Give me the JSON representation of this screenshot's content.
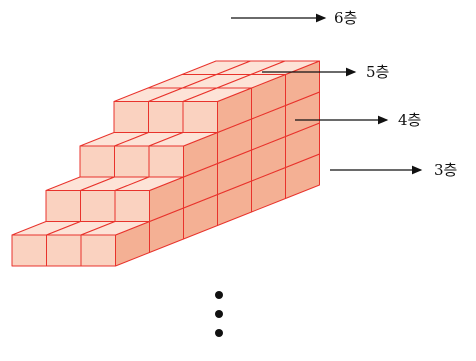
{
  "figure": {
    "layer_labels": [
      "6층",
      "5층",
      "4층",
      "3층"
    ],
    "continuation_marker": "⋮",
    "colors": {
      "cube_front": "#fad2c0",
      "cube_top": "#fde3d7",
      "cube_side": "#f4b094",
      "cube_edge": "#e8332c",
      "arrow": "#111111"
    }
  }
}
